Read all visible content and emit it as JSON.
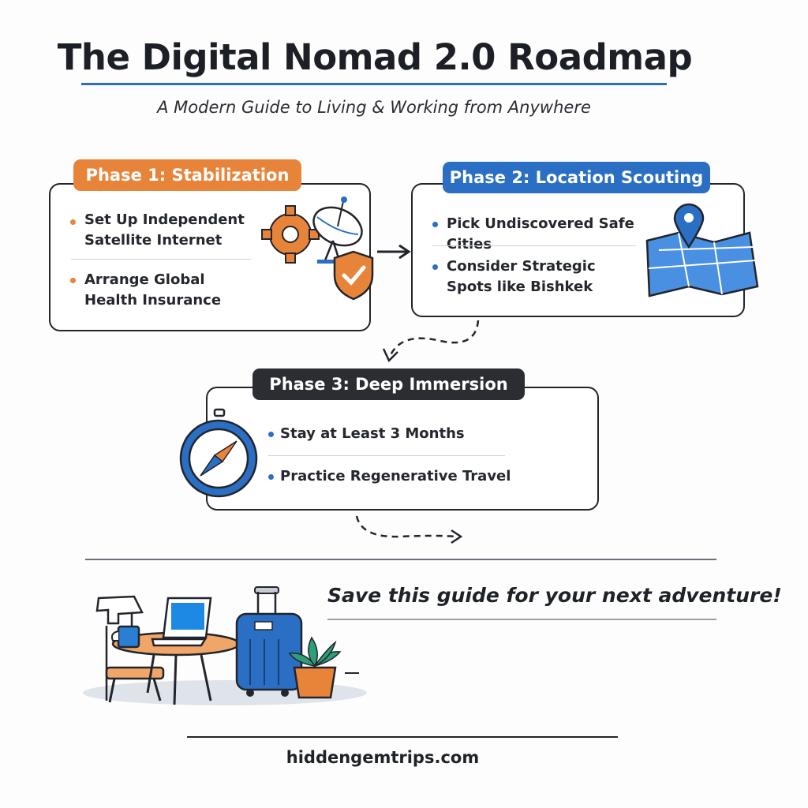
{
  "header": {
    "title": "The Digital Nomad 2.0 Roadmap",
    "subtitle": "A Modern Guide to Living & Working from Anywhere"
  },
  "phases": [
    {
      "label": "Phase 1: Stabilization",
      "color": "#e8843a",
      "items": [
        "Set Up Independent Satellite Internet",
        "Arrange Global Health Insurance"
      ],
      "icons": [
        "gear-icon",
        "satellite-dish-icon",
        "shield-check-icon"
      ]
    },
    {
      "label": "Phase 2: Location Scouting",
      "color": "#2a6fc4",
      "items": [
        "Pick Undiscovered Safe Cities",
        "Consider Strategic Spots like Bishkek"
      ],
      "icons": [
        "map-pin-icon",
        "map-icon"
      ]
    },
    {
      "label": "Phase 3: Deep Immersion",
      "color": "#2b2d33",
      "items": [
        "Stay at Least 3 Months",
        "Practice Regenerative Travel"
      ],
      "icons": [
        "compass-icon"
      ]
    }
  ],
  "cta": {
    "text": "Save this guide for your next adventure!",
    "illustration": "desk-laptop-suitcase-plant-illustration"
  },
  "footer": {
    "site": "hiddengemtrips.com"
  }
}
